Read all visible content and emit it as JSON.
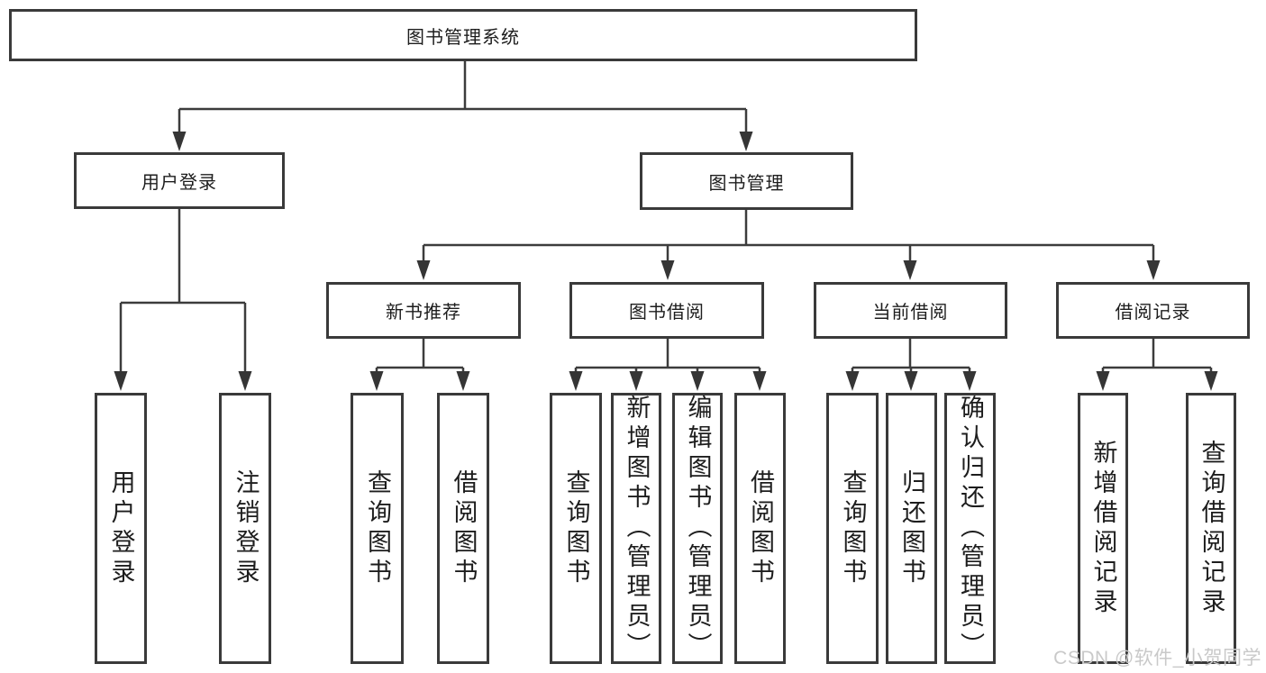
{
  "diagram": {
    "title": "图书管理系统",
    "type": "hierarchy-tree",
    "colors": {
      "line": "#3c3c3c",
      "box_border": "#3a3a3a",
      "text": "#1d1d1d",
      "background": "#ffffff",
      "watermark": "#c9c9c9"
    },
    "nodes": {
      "root": "图书管理系统",
      "user_login": "用户登录",
      "book_mgmt": "图书管理",
      "new_book": "新书推荐",
      "book_borrow": "图书借阅",
      "current_borrow": "当前借阅",
      "borrow_record": "借阅记录",
      "leaves_user_login": [
        "用户登录",
        "注销登录"
      ],
      "leaves_new_book": [
        "查询图书",
        "借阅图书"
      ],
      "leaves_book_borrow": [
        "查询图书",
        "新增图书（管理员）",
        "编辑图书（管理员）",
        "借阅图书"
      ],
      "leaves_current_borrow": [
        "查询图书",
        "归还图书",
        "确认归还（管理员）"
      ],
      "leaves_borrow_record": [
        "新增借阅记录",
        "查询借阅记录"
      ]
    },
    "edges": [
      [
        "图书管理系统",
        "用户登录"
      ],
      [
        "图书管理系统",
        "图书管理"
      ],
      [
        "用户登录",
        "用户登录(叶)"
      ],
      [
        "用户登录",
        "注销登录"
      ],
      [
        "图书管理",
        "新书推荐"
      ],
      [
        "图书管理",
        "图书借阅"
      ],
      [
        "图书管理",
        "当前借阅"
      ],
      [
        "图书管理",
        "借阅记录"
      ],
      [
        "新书推荐",
        "查询图书"
      ],
      [
        "新书推荐",
        "借阅图书"
      ],
      [
        "图书借阅",
        "查询图书"
      ],
      [
        "图书借阅",
        "新增图书（管理员）"
      ],
      [
        "图书借阅",
        "编辑图书（管理员）"
      ],
      [
        "图书借阅",
        "借阅图书"
      ],
      [
        "当前借阅",
        "查询图书"
      ],
      [
        "当前借阅",
        "归还图书"
      ],
      [
        "当前借阅",
        "确认归还（管理员）"
      ],
      [
        "借阅记录",
        "新增借阅记录"
      ],
      [
        "借阅记录",
        "查询借阅记录"
      ]
    ]
  },
  "watermark": "CSDN @软件_小贺同学"
}
